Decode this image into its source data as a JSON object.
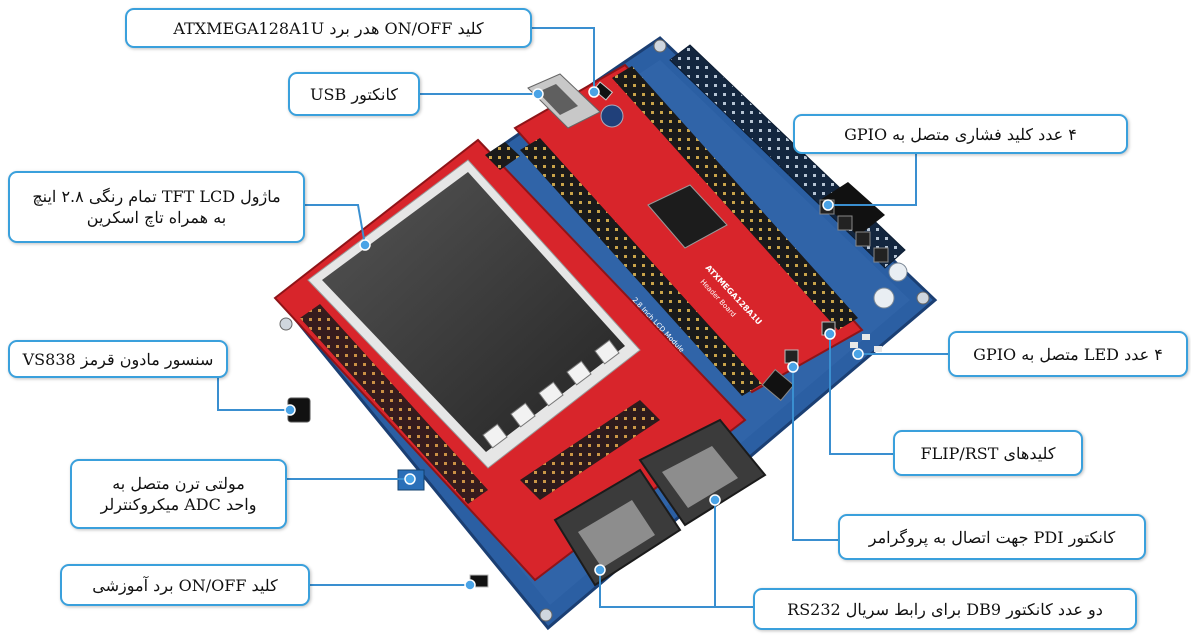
{
  "callouts": {
    "key_header": "کلید ON/OFF هدر برد ATXMEGA128A1U",
    "usb": "کانکتور USB",
    "gpio_keys": "۴ عدد کلید فشاری متصل به GPIO",
    "tft_line1": "ماژول TFT LCD تمام رنگی ۲.۸ اینچ",
    "tft_line2": "به همراه تاچ اسکرین",
    "ir_sensor": "سنسور مادون قرمز VS838",
    "gpio_leds": "۴ عدد LED متصل به GPIO",
    "flip_rst": "کلیدهای FLIP/RST",
    "adc_line1": "مولتی ترن متصل به",
    "adc_line2": "واحد ADC میکروکنترلر",
    "pdi": "کانکتور PDI جهت اتصال به پروگرامر",
    "board_key": "کلید ON/OFF برد آموزشی",
    "db9": "دو عدد کانکتور DB9 برای رابط سریال RS232"
  },
  "board_text": {
    "module_name": "ATXMEGA128A1U",
    "module_sub": "Header Board",
    "lcd_label": "2.8 Inch LCD Module"
  },
  "icons": [
    "home-icon",
    "mail-icon",
    "keyboard-icon",
    "phone-icon",
    "music-icon"
  ],
  "colors": {
    "callout_border": "#3aa0dc",
    "leader": "#3a8fd0",
    "red_pcb": "#d8252b",
    "blue_pcb": "#2b5fa3",
    "lcd_screen": "#3a3a3a"
  }
}
